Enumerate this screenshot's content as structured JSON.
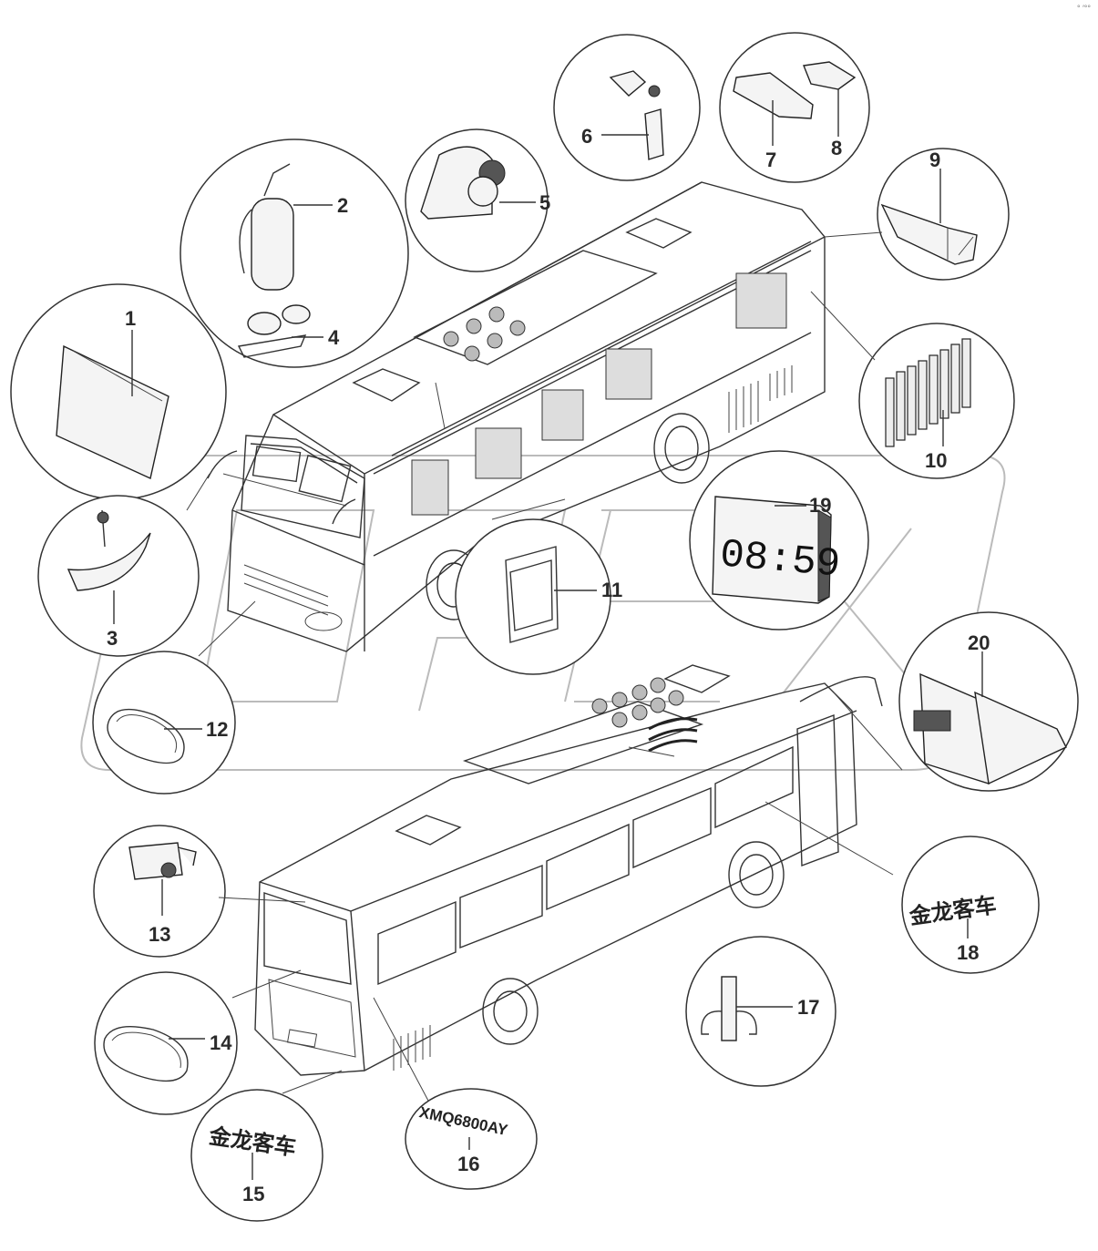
{
  "corner_mark": "° ′°°",
  "clock_display": "08:59",
  "badge_text": "XMQ6800AY",
  "emblem_text": "金龙客车",
  "callouts": [
    "1",
    "2",
    "3",
    "4",
    "5",
    "6",
    "7",
    "8",
    "9",
    "10",
    "11",
    "12",
    "13",
    "14",
    "15",
    "16",
    "17",
    "18",
    "19",
    "20"
  ]
}
